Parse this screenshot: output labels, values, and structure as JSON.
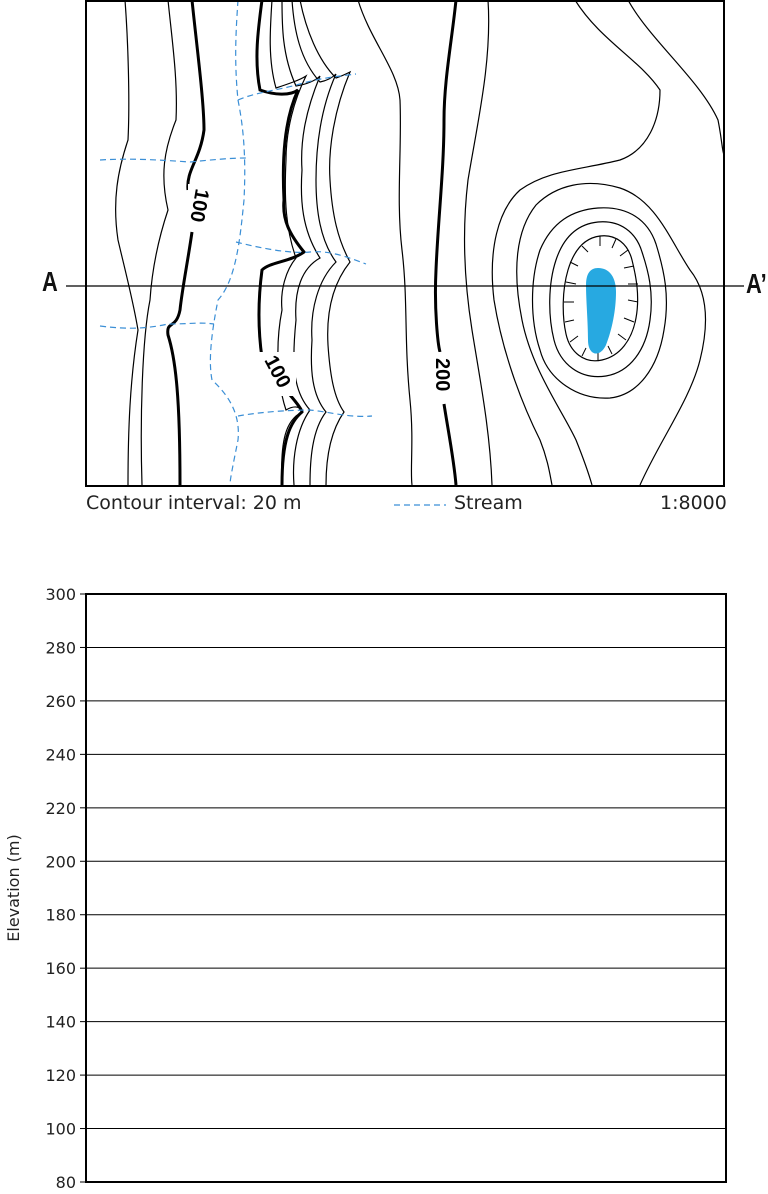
{
  "map": {
    "section_start": "A",
    "section_end": "A’",
    "contour_labels": [
      "100",
      "100",
      "200"
    ],
    "legend": {
      "contour_interval": "Contour interval: 20 m",
      "stream_label": "Stream",
      "scale": "1:8000"
    },
    "colors": {
      "stream": "#3b8fd6",
      "lake": "#27a9e1",
      "contour": "#000000"
    }
  },
  "profile": {
    "ylabel": "Elevation (m)",
    "y_ticks": [
      "300",
      "280",
      "260",
      "240",
      "220",
      "200",
      "180",
      "160",
      "140",
      "120",
      "100",
      "80"
    ],
    "ylim": [
      80,
      300
    ],
    "grid": true
  }
}
